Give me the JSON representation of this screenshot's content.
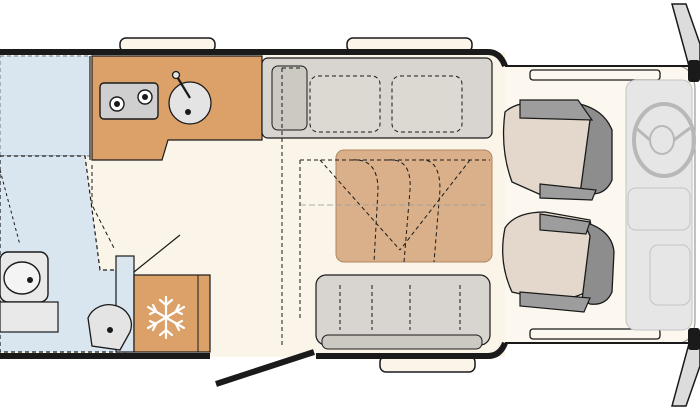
{
  "diagram": {
    "kind": "campervan-floorplan",
    "view": "top-down",
    "colors": {
      "floor": "#fbf4e8",
      "cab_floor": "#fdf8ef",
      "bathroom": "#d9e5ef",
      "kitchen_counter": "#dca168",
      "wall": "#1a1a1a",
      "upholstery": "#d8d4cf",
      "table": "#d9b08a",
      "seat_grey": "#8d8d8d",
      "seat_light": "#e3d8cb",
      "dashboard": "#e6e6e6"
    },
    "fixtures": [
      {
        "name": "shower-area",
        "icon": "shower-icon"
      },
      {
        "name": "toilet",
        "icon": "toilet-icon"
      },
      {
        "name": "washbasin",
        "icon": "washbasin-icon"
      },
      {
        "name": "kitchen-counter",
        "icon": "kitchen-counter-icon"
      },
      {
        "name": "two-burner-hob",
        "icon": "hob-icon"
      },
      {
        "name": "round-sink",
        "icon": "sink-icon"
      },
      {
        "name": "refrigerator",
        "icon": "snowflake-icon"
      },
      {
        "name": "dinette-bench-front",
        "icon": "bench-icon"
      },
      {
        "name": "dinette-bench-rear",
        "icon": "bench-icon"
      },
      {
        "name": "dinette-table",
        "icon": "table-icon"
      },
      {
        "name": "swivel-driver-seat",
        "icon": "seat-icon"
      },
      {
        "name": "swivel-passenger-seat",
        "icon": "seat-icon"
      },
      {
        "name": "steering-wheel",
        "icon": "steering-wheel-icon"
      },
      {
        "name": "side-mirror-left",
        "icon": "mirror-icon"
      },
      {
        "name": "side-mirror-right",
        "icon": "mirror-icon"
      },
      {
        "name": "entrance-door",
        "icon": "door-icon"
      }
    ]
  }
}
